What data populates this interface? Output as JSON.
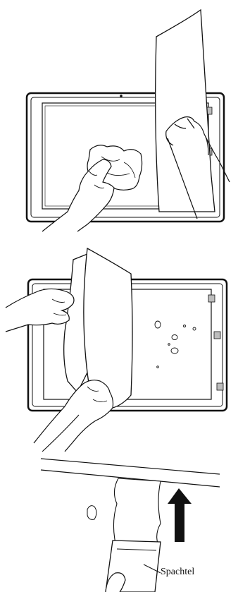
{
  "figure": {
    "panels": [
      {
        "id": 1,
        "name": "wipe-screen-with-cloth"
      },
      {
        "id": 2,
        "name": "peel-back-protective-sheet"
      },
      {
        "id": 3,
        "name": "spatula-lift-detail"
      }
    ],
    "label_spatula": "Spachtel",
    "colors": {
      "line": "#111111",
      "frame": "#2b2b2b",
      "clip": "#bdbdbd",
      "arrow": "#111111",
      "paper": "#ffffff"
    }
  }
}
